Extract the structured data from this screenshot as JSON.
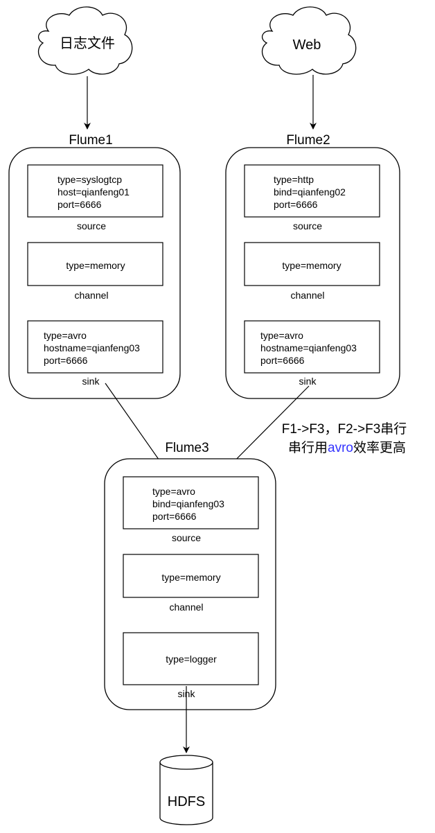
{
  "clouds": {
    "left": "日志文件",
    "right": "Web"
  },
  "flume1": {
    "title": "Flume1",
    "source": {
      "line1": "type=syslogtcp",
      "line2": "host=qianfeng01",
      "line3": "port=6666",
      "label": "source"
    },
    "channel": {
      "line1": "type=memory",
      "label": "channel"
    },
    "sink": {
      "line1": "type=avro",
      "line2": "hostname=qianfeng03",
      "line3": "port=6666",
      "label": "sink"
    }
  },
  "flume2": {
    "title": "Flume2",
    "source": {
      "line1": "type=http",
      "line2": "bind=qianfeng02",
      "line3": "port=6666",
      "label": "source"
    },
    "channel": {
      "line1": "type=memory",
      "label": "channel"
    },
    "sink": {
      "line1": "type=avro",
      "line2": "hostname=qianfeng03",
      "line3": "port=6666",
      "label": "sink"
    }
  },
  "flume3": {
    "title": "Flume3",
    "source": {
      "line1": "type=avro",
      "line2": "bind=qianfeng03",
      "line3": "port=6666",
      "label": "source"
    },
    "channel": {
      "line1": "type=memory",
      "label": "channel"
    },
    "sink": {
      "line1": "type=logger",
      "label": "sink"
    }
  },
  "note": {
    "line1": "F1->F3，F2->F3串行",
    "line2_pre": "串行用",
    "line2_highlight": "avro",
    "line2_post": "效率更高",
    "highlight_color": "#3333ff"
  },
  "hdfs": {
    "label": "HDFS"
  }
}
